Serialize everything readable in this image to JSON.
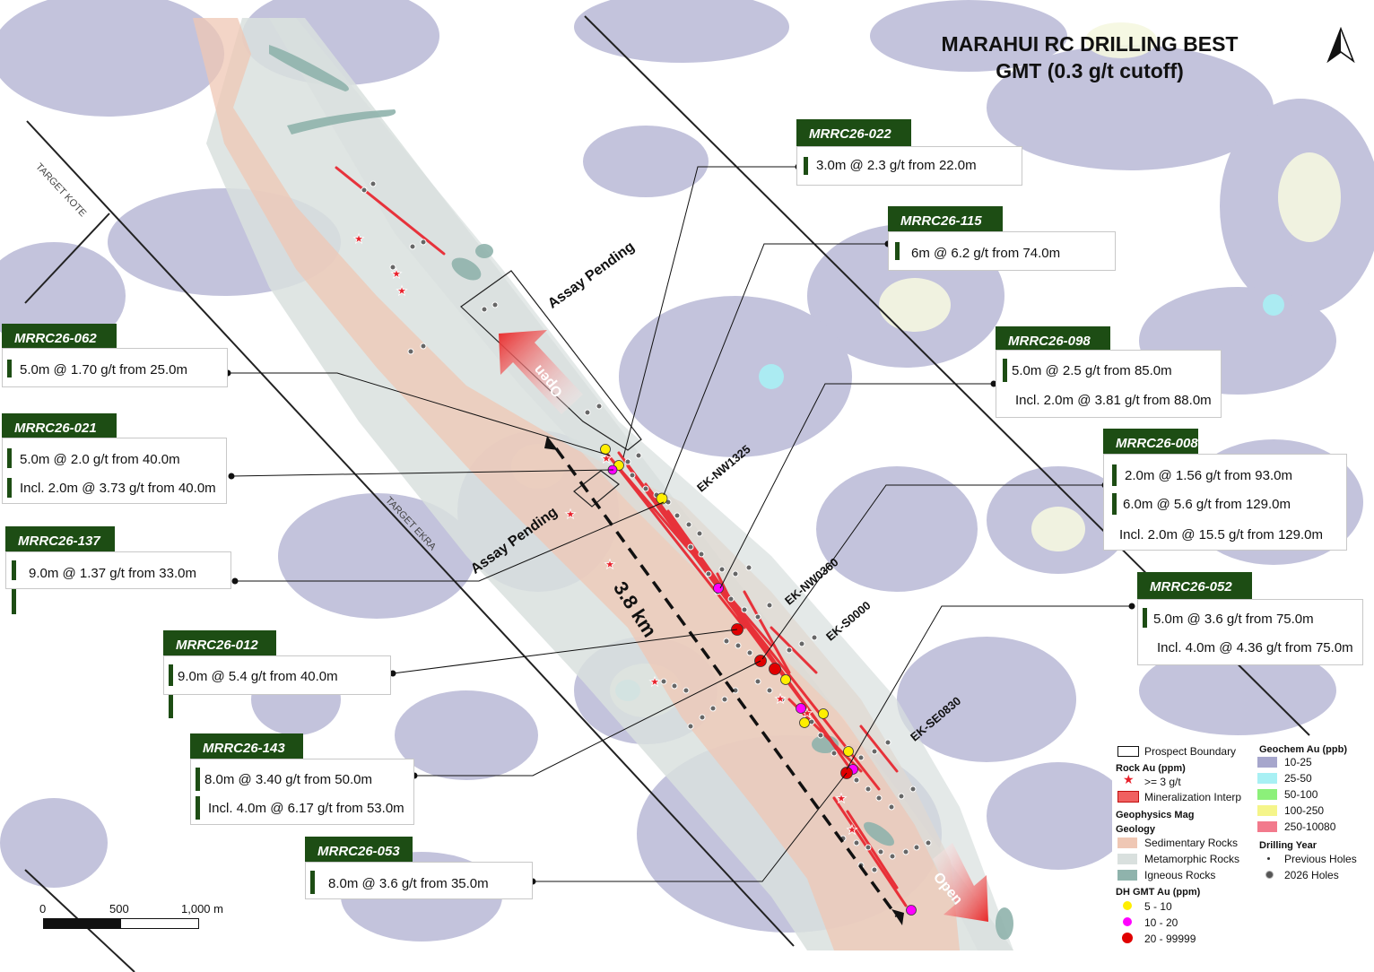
{
  "title_line1": "MARAHUI RC DRILLING  BEST",
  "title_line2": "GMT (0.3 g/t cutoff)",
  "target_labels": {
    "kote": "TARGET KOTE",
    "ekra": "TARGET EKRA"
  },
  "section_labels": {
    "nw1325": "EK-NW1325",
    "nw0360": "EK-NW0360",
    "s0000": "EK-S0000",
    "se0830": "EK-SE0830"
  },
  "annotations": {
    "assay_pending_1": "Assay Pending",
    "assay_pending_2": "Assay Pending",
    "open_1": "Open",
    "open_2": "Open",
    "length": "3.8 km"
  },
  "callouts": {
    "c022": {
      "hole": "MRRC26-022",
      "lines": [
        "3.0m @ 2.3 g/t from 22.0m"
      ]
    },
    "c115": {
      "hole": "MRRC26-115",
      "lines": [
        "6m @ 6.2 g/t from 74.0m"
      ]
    },
    "c062": {
      "hole": "MRRC26-062",
      "lines": [
        "5.0m @ 1.70 g/t from 25.0m"
      ]
    },
    "c098": {
      "hole": "MRRC26-098",
      "lines": [
        "5.0m @ 2.5 g/t from 85.0m",
        "Incl. 2.0m @ 3.81 g/t from 88.0m"
      ]
    },
    "c021": {
      "hole": "MRRC26-021",
      "lines": [
        "5.0m @ 2.0 g/t from 40.0m",
        "Incl. 2.0m @ 3.73 g/t from 40.0m"
      ]
    },
    "c008": {
      "hole": "MRRC26-008",
      "lines": [
        "2.0m @ 1.56 g/t from 93.0m",
        "6.0m @ 5.6 g/t from 129.0m",
        "Incl. 2.0m @ 15.5 g/t from 129.0m"
      ]
    },
    "c137": {
      "hole": "MRRC26-137",
      "lines": [
        "9.0m @ 1.37 g/t from 33.0m"
      ]
    },
    "c052": {
      "hole": "MRRC26-052",
      "lines": [
        "5.0m @ 3.6 g/t from 75.0m",
        "Incl. 4.0m @ 4.36 g/t from 75.0m"
      ]
    },
    "c012": {
      "hole": "MRRC26-012",
      "lines": [
        "9.0m @ 5.4 g/t from 40.0m"
      ]
    },
    "c143": {
      "hole": "MRRC26-143",
      "lines": [
        "8.0m @ 3.40 g/t from 50.0m",
        "Incl. 4.0m @ 6.17 g/t from 53.0m"
      ]
    },
    "c053": {
      "hole": "MRRC26-053",
      "lines": [
        "8.0m @ 3.6 g/t from 35.0m"
      ]
    }
  },
  "legend": {
    "prospect_boundary": "Prospect Boundary",
    "rock_au_header": "Rock Au (ppm)",
    "rock_au_item": ">= 3 g/t",
    "mineralization": "Mineralization Interp",
    "geophysics": "Geophysics Mag",
    "geology": "Geology",
    "sedimentary": "Sedimentary Rocks",
    "metamorphic": "Metamorphic Rocks",
    "igneous": "Igneous Rocks",
    "dh_header": "DH GMT Au (ppm)",
    "dh_5_10": "5 - 10",
    "dh_10_20": "10 - 20",
    "dh_20_99999": "20 - 99999",
    "geochem_header": "Geochem Au (ppb)",
    "g1": "10-25",
    "g2": "25-50",
    "g3": "50-100",
    "g4": "100-250",
    "g5": "250-10080",
    "drilling_header": "Drilling Year",
    "previous": "Previous Holes",
    "holes2026": "2026 Holes"
  },
  "colors": {
    "geochem_10_25": "#a6a6cc",
    "geochem_25_50": "#a8f0f4",
    "geochem_50_100": "#8cf07a",
    "geochem_100_250": "#f5f58a",
    "geochem_250_10080": "#f27a8c",
    "sedimentary": "#efc7b4",
    "metamorphic": "#d9e0de",
    "igneous": "#8fb3ac",
    "mineralization": "#e8202a",
    "header_green": "#1d4d14",
    "dh_yellow": "#ffee00",
    "dh_magenta": "#ff00ff",
    "dh_red": "#e00000"
  },
  "scale": {
    "zero": "0",
    "mid": "500",
    "end": "1,000 m"
  }
}
